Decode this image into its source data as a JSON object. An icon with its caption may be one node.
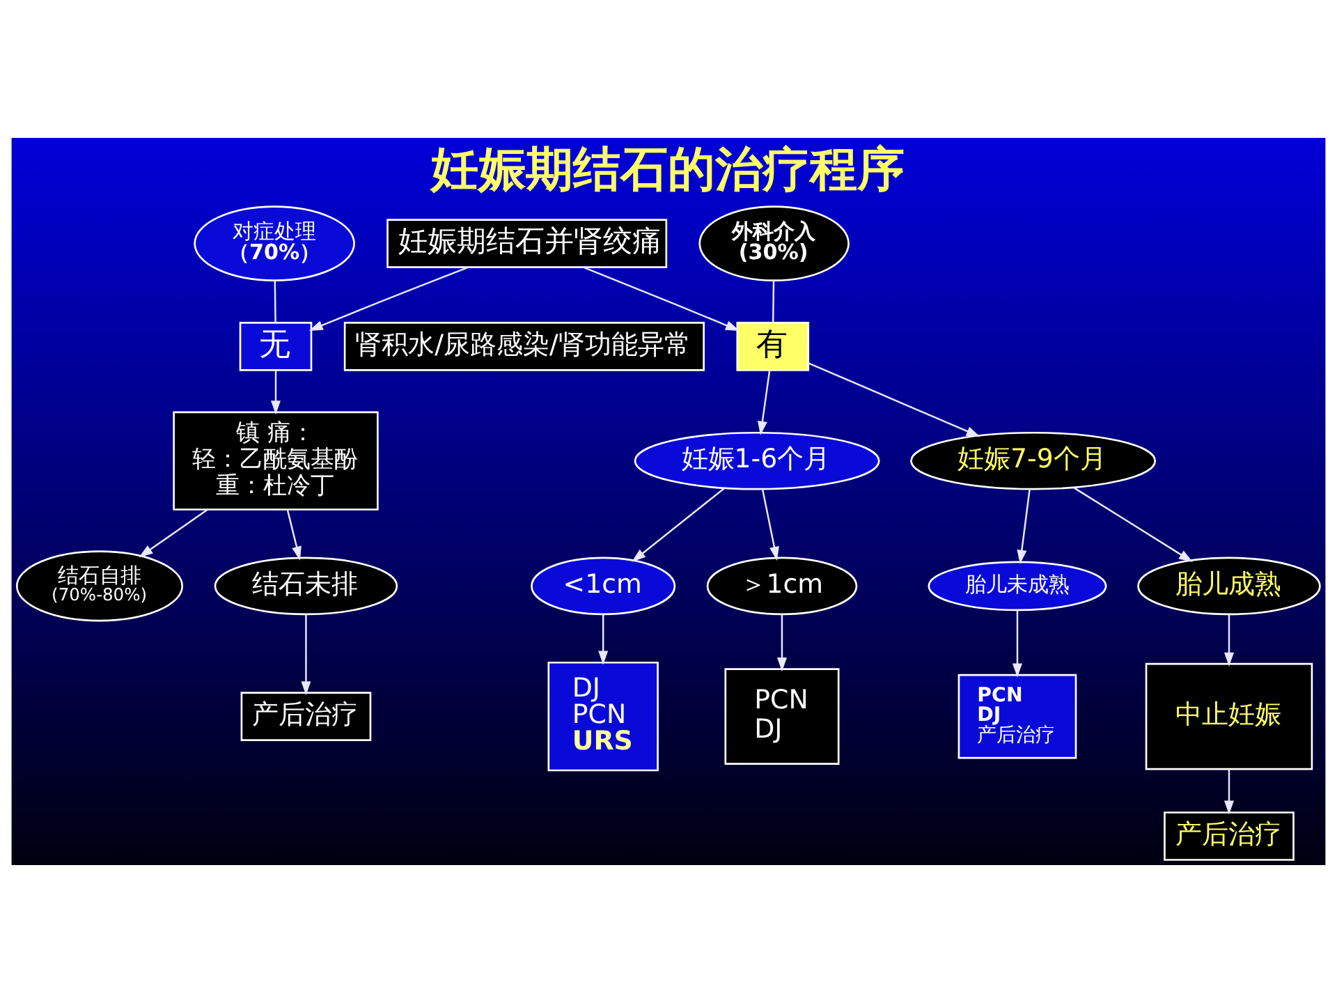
{
  "diagram": {
    "title": "妊娠期结石的治疗程序",
    "nodes": [
      {
        "text": [
          "妊娠期结石并肾绞痛"
        ]
      },
      {
        "text": [
          "对症处理",
          "（70%）"
        ]
      },
      {
        "text": [
          "外科介入",
          "(30%)"
        ]
      },
      {
        "text": [
          "无"
        ]
      },
      {
        "text": [
          "肾积水/尿路感染/肾功能异常"
        ]
      },
      {
        "text": [
          "有"
        ]
      },
      {
        "text": [
          "镇 痛：",
          "轻：乙酰氨基酚",
          "重：杜冷丁"
        ]
      },
      {
        "text": [
          "妊娠1-6个月"
        ]
      },
      {
        "text": [
          "妊娠7-9个月"
        ]
      },
      {
        "text": [
          "<1cm"
        ]
      },
      {
        "text": [
          "＞1cm"
        ]
      },
      {
        "text": [
          "胎儿未成熟"
        ]
      },
      {
        "text": [
          "胎儿成熟"
        ]
      },
      {
        "text": [
          "结石自排",
          "(70%-80%)"
        ]
      },
      {
        "text": [
          "结石未排"
        ]
      },
      {
        "text": [
          "DJ",
          "PCN",
          "URS"
        ]
      },
      {
        "text": [
          "PCN",
          "DJ"
        ]
      },
      {
        "text": [
          "PCN",
          "DJ",
          "产后治疗"
        ]
      },
      {
        "text": [
          "中止妊娠"
        ]
      },
      {
        "text": [
          "产后治疗"
        ]
      },
      {
        "text": [
          "产后治疗"
        ]
      }
    ],
    "edges": [
      {
        "from": 0,
        "to": 3,
        "arrow": "to"
      },
      {
        "from": 0,
        "to": 5,
        "arrow": "to"
      },
      {
        "from": 1,
        "to": 3,
        "arrow": "none"
      },
      {
        "from": 2,
        "to": 5,
        "arrow": "none"
      },
      {
        "from": 3,
        "to": 6,
        "arrow": "to"
      },
      {
        "from": 5,
        "to": 7,
        "arrow": "to"
      },
      {
        "from": 5,
        "to": 8,
        "arrow": "to"
      },
      {
        "from": 6,
        "to": 13,
        "arrow": "to"
      },
      {
        "from": 6,
        "to": 14,
        "arrow": "to"
      },
      {
        "from": 7,
        "to": 9,
        "arrow": "to"
      },
      {
        "from": 7,
        "to": 10,
        "arrow": "to"
      },
      {
        "from": 8,
        "to": 11,
        "arrow": "to"
      },
      {
        "from": 8,
        "to": 12,
        "arrow": "to"
      },
      {
        "from": 9,
        "to": 15,
        "arrow": "to"
      },
      {
        "from": 10,
        "to": 16,
        "arrow": "to"
      },
      {
        "from": 11,
        "to": 17,
        "arrow": "to"
      },
      {
        "from": 12,
        "to": 18,
        "arrow": "to"
      },
      {
        "from": 14,
        "to": 19,
        "arrow": "to"
      },
      {
        "from": 18,
        "to": 20,
        "arrow": "to"
      }
    ]
  }
}
